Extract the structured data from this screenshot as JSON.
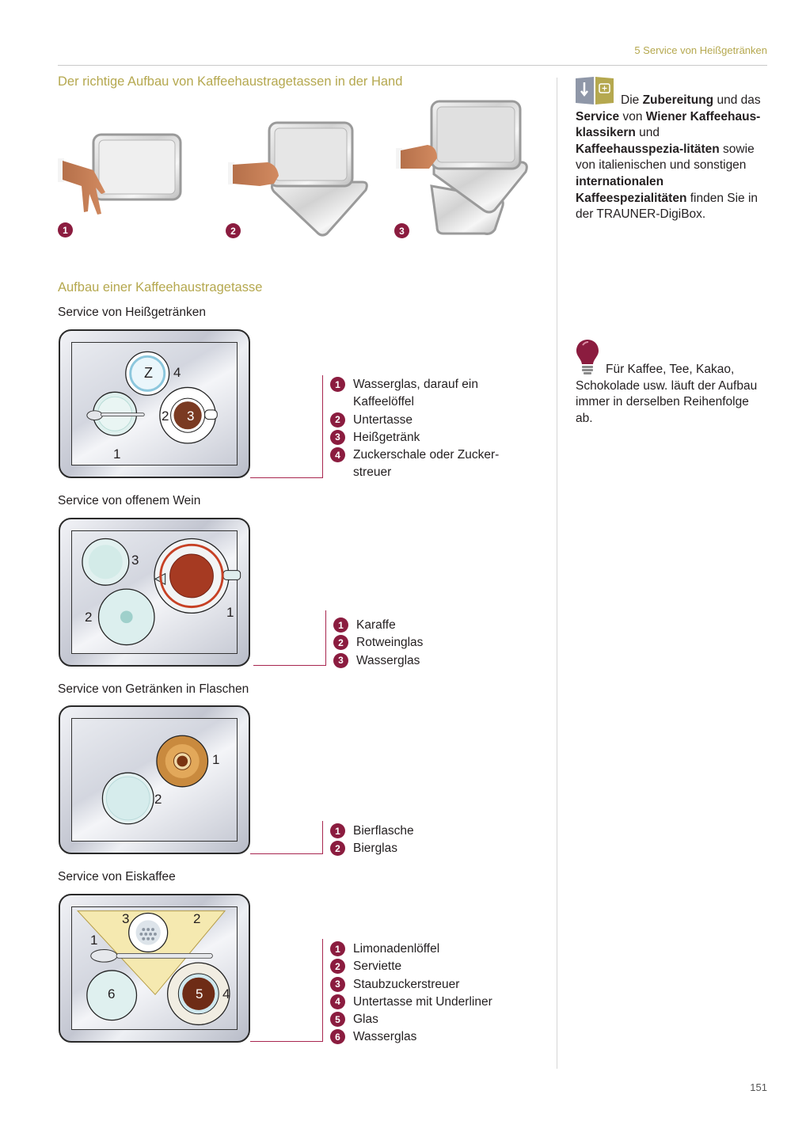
{
  "header": {
    "running_head": "5  Service von Heißgetränken",
    "page_number": "151"
  },
  "section1": {
    "title": "Der richtige Aufbau von Kaffeehaustragetassen in der Hand",
    "steps": [
      {
        "badge": "1",
        "image": "hand-holding-one-tray"
      },
      {
        "badge": "2",
        "image": "hand-holding-two-trays"
      },
      {
        "badge": "3",
        "image": "hand-holding-three-trays"
      }
    ]
  },
  "section2": {
    "title": "Aufbau einer Kaffeehaustragetasse",
    "blocks": [
      {
        "title": "Service von Heißgetränken",
        "tray_labels": [
          "Z",
          "4",
          "2",
          "3",
          "1"
        ],
        "legend": [
          {
            "n": "1",
            "text": "Wasserglas, darauf ein Kaffeelöffel"
          },
          {
            "n": "2",
            "text": "Untertasse"
          },
          {
            "n": "3",
            "text": "Heißgetränk"
          },
          {
            "n": "4",
            "text": "Zuckerschale oder Zucker-streuer"
          }
        ]
      },
      {
        "title": "Service von offenem Wein",
        "tray_labels": [
          "3",
          "2",
          "1"
        ],
        "legend": [
          {
            "n": "1",
            "text": "Karaffe"
          },
          {
            "n": "2",
            "text": "Rotweinglas"
          },
          {
            "n": "3",
            "text": "Wasserglas"
          }
        ]
      },
      {
        "title": "Service von Getränken in Flaschen",
        "tray_labels": [
          "1",
          "2"
        ],
        "legend": [
          {
            "n": "1",
            "text": "Bierflasche"
          },
          {
            "n": "2",
            "text": "Bierglas"
          }
        ]
      },
      {
        "title": "Service von Eiskaffee",
        "tray_labels": [
          "3",
          "2",
          "1",
          "6",
          "5",
          "4"
        ],
        "legend": [
          {
            "n": "1",
            "text": "Limonadenlöffel"
          },
          {
            "n": "2",
            "text": "Serviette"
          },
          {
            "n": "3",
            "text": "Staubzuckerstreuer"
          },
          {
            "n": "4",
            "text": "Untertasse mit Underliner"
          },
          {
            "n": "5",
            "text": "Glas"
          },
          {
            "n": "6",
            "text": "Wasserglas"
          }
        ]
      }
    ]
  },
  "sidebar": {
    "digibox": {
      "icon": "digibox-icon",
      "parts": [
        {
          "t": "Die ",
          "b": false
        },
        {
          "t": "Zubereitung",
          "b": true
        },
        {
          "t": " und das ",
          "b": false
        },
        {
          "t": "Service",
          "b": true
        },
        {
          "t": " von ",
          "b": false
        },
        {
          "t": "Wiener Kaffeehaus-klassikern",
          "b": true
        },
        {
          "t": " und ",
          "b": false
        },
        {
          "t": "Kaffeehausspezia-litäten",
          "b": true
        },
        {
          "t": " sowie von italienischen und sonstigen ",
          "b": false
        },
        {
          "t": "internationalen Kaffeespezialitäten",
          "b": true
        },
        {
          "t": " finden Sie in der TRAUNER-DigiBox.",
          "b": false
        }
      ]
    },
    "tip": {
      "icon": "lightbulb-icon",
      "text": "Für Kaffee, Tee, Kakao, Schokolade usw. läuft der Aufbau immer in derselben Reihenfolge ab."
    }
  },
  "colors": {
    "accent_olive": "#b5a84f",
    "badge_maroon": "#8b1c3f",
    "callout_line": "#a8264f",
    "text": "#231f20"
  }
}
